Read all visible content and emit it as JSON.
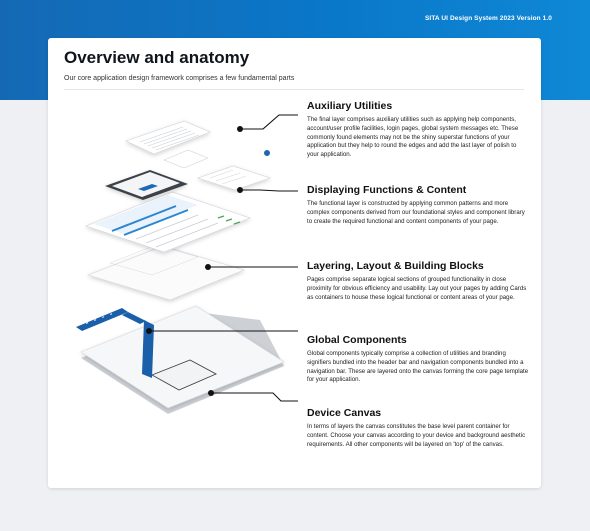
{
  "header": {
    "version_text": "SITA UI Design System 2023 Version 1.0"
  },
  "page": {
    "title": "Overview and anatomy",
    "subtitle": "Our core application design framework comprises a few fundamental parts"
  },
  "sections": [
    {
      "heading": "Auxiliary Utilities",
      "body": "The final layer comprises auxiliary utilities such as applying help components, account/user profile facilities, login pages, global system messages etc. These commonly found elements may not be the shiny superstar functions of your application but they help to round the edges and add the last layer of polish to your application."
    },
    {
      "heading": "Displaying Functions & Content",
      "body": "The functional layer is constructed by applying common patterns and more complex components derived from our foundational styles and component library to create the required functional and content components of your page."
    },
    {
      "heading": "Layering, Layout & Building Blocks",
      "body": "Pages comprise separate logical sections of grouped functionality in close proximity for obvious efficiency and usability. Lay out your pages by adding Cards as containers to house these logical functional or content areas of your page."
    },
    {
      "heading": "Global Components",
      "body": "Global components typically comprise a collection of utilities and branding signifiers bundled into the header bar and navigation components bundled into a navigation bar. These are layered onto the canvas forming the core page template for your application."
    },
    {
      "heading": "Device Canvas",
      "body": "In terms of layers the canvas constitutes the base level parent container for content. Choose your canvas according to your device and background aesthetic requirements. All other components will be layered on 'top' of the canvas."
    }
  ],
  "colors": {
    "brand_blue": "#1565b0",
    "card_background": "#ffffff",
    "page_background": "#eef0f3"
  }
}
